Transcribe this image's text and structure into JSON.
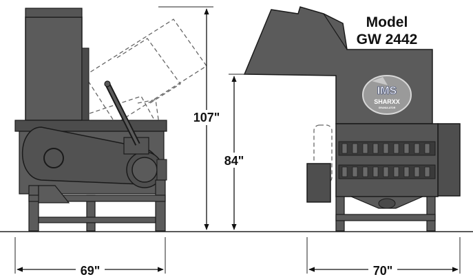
{
  "model": {
    "line1": "Model",
    "line2": "GW 2442"
  },
  "logo": {
    "brand": "IMS",
    "product": "SHARXX",
    "tagline": "GRANULATOR"
  },
  "dimensions": {
    "overall_height": "107\"",
    "feed_height": "84\"",
    "side_width": "69\"",
    "front_width": "70\""
  },
  "colors": {
    "machine": "#5b5b5b",
    "dark": "#2f2f2f",
    "line": "#1a1a1a",
    "ghost": "#6a6a6a"
  }
}
